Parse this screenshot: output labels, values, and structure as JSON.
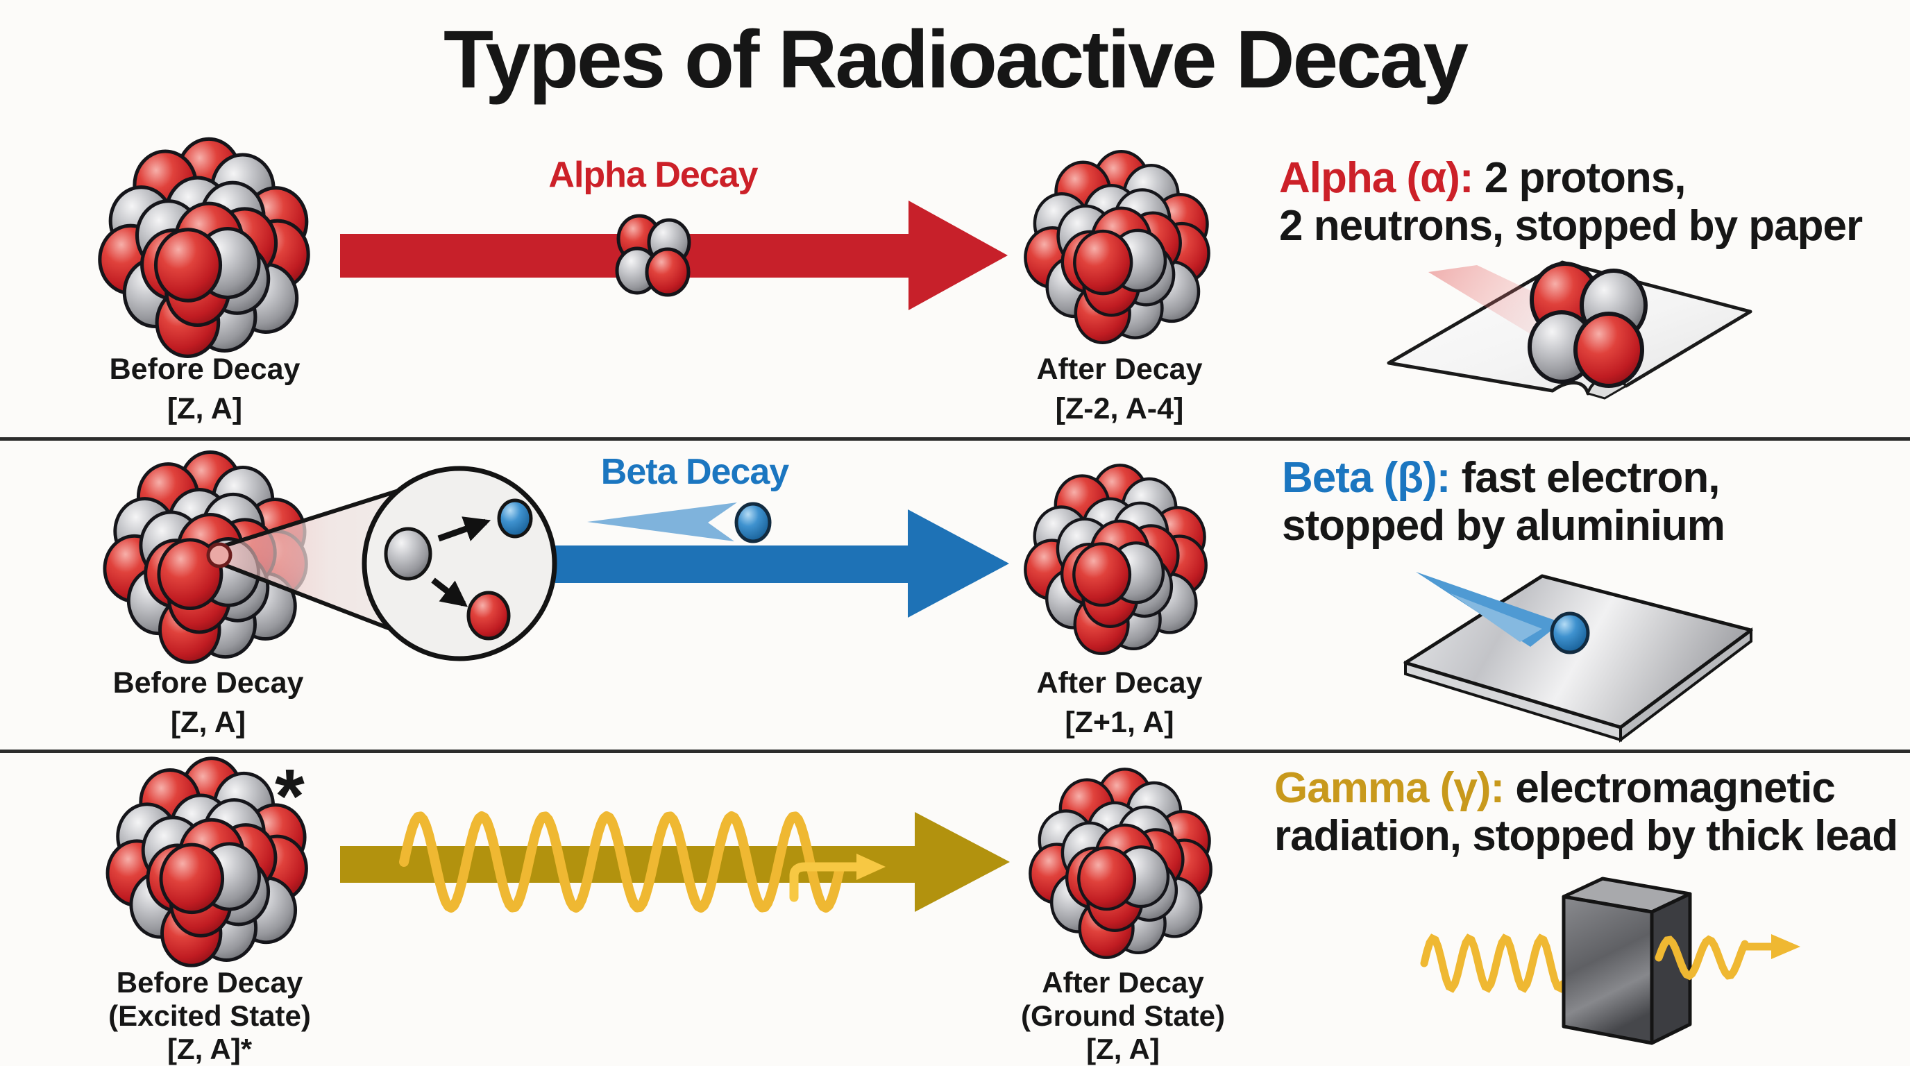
{
  "title": "Types of Radioactive Decay",
  "colors": {
    "alpha": "#c7202a",
    "beta": "#1e72b6",
    "gamma_arrow": "#b2920e",
    "gamma_text": "#c8991c",
    "wave_yellow": "#efb832",
    "text": "#161616"
  },
  "rows": [
    {
      "name": "alpha",
      "arrow_label": "Alpha Decay",
      "before": {
        "title": "Before Decay",
        "state": "[Z, A]"
      },
      "after": {
        "title": "After Decay",
        "state": "[Z-2, A-4]"
      },
      "info": {
        "term": "Alpha (α):",
        "line1": "2 protons,",
        "line2": "2 neutrons, stopped by paper"
      }
    },
    {
      "name": "beta",
      "arrow_label": "Beta Decay",
      "before": {
        "title": "Before Decay",
        "state": "[Z, A]"
      },
      "after": {
        "title": "After Decay",
        "state": "[Z+1, A]"
      },
      "info": {
        "term": "Beta (β):",
        "line1": "fast electron,",
        "line2": "stopped by aluminium"
      }
    },
    {
      "name": "gamma",
      "excited_marker": "*",
      "before": {
        "title": "Before Decay",
        "subtitle": "(Excited State)",
        "state": "[Z, A]*"
      },
      "after": {
        "title": "After Decay",
        "subtitle": "(Ground State)",
        "state": "[Z, A]"
      },
      "info": {
        "term": "Gamma (γ):",
        "line1": "electromagnetic",
        "line2": "radiation, stopped by thick lead"
      }
    }
  ]
}
